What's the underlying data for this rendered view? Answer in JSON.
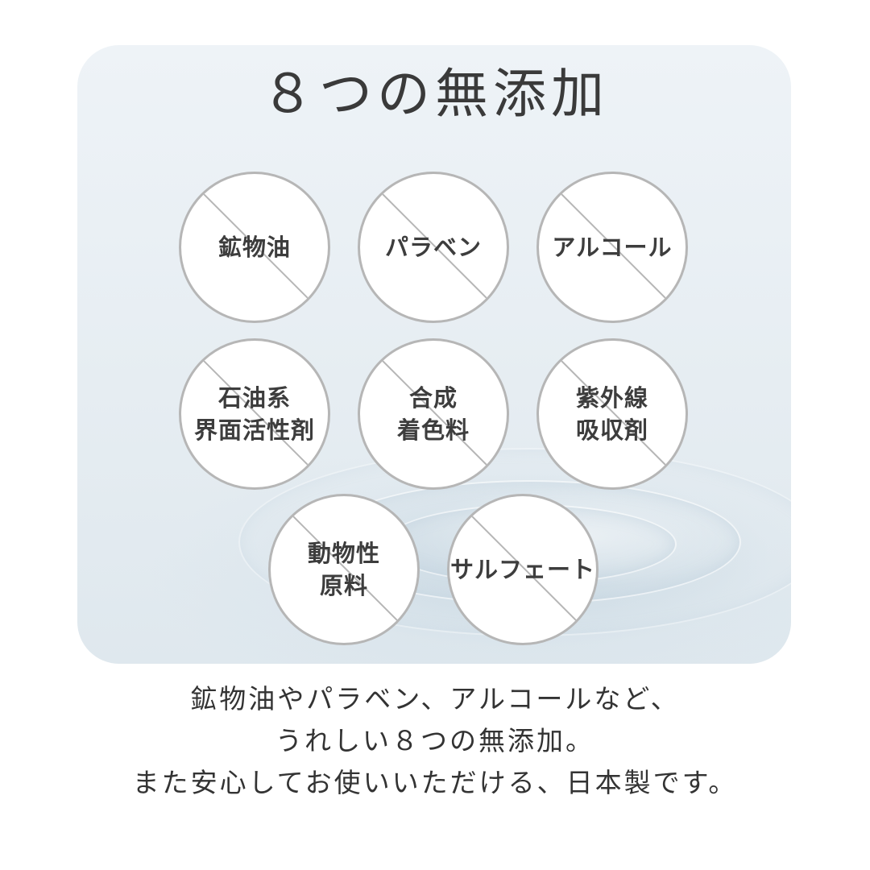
{
  "headline": "８つの無添加",
  "badges": [
    {
      "label": "鉱物油"
    },
    {
      "label": "パラベン"
    },
    {
      "label": "アルコール"
    },
    {
      "label": "石油系\n界面活性剤"
    },
    {
      "label": "合成\n着色料"
    },
    {
      "label": "紫外線\n吸収剤"
    },
    {
      "label": "動物性\n原料"
    },
    {
      "label": "サルフェート"
    }
  ],
  "caption": {
    "line1": "鉱物油やパラベン、アルコールなど、",
    "line2": "うれしい８つの無添加。",
    "line3": "また安心してお使いいただける、日本製です。"
  },
  "colors": {
    "badge_border": "#b6b6b6",
    "text": "#3d3d3d"
  }
}
